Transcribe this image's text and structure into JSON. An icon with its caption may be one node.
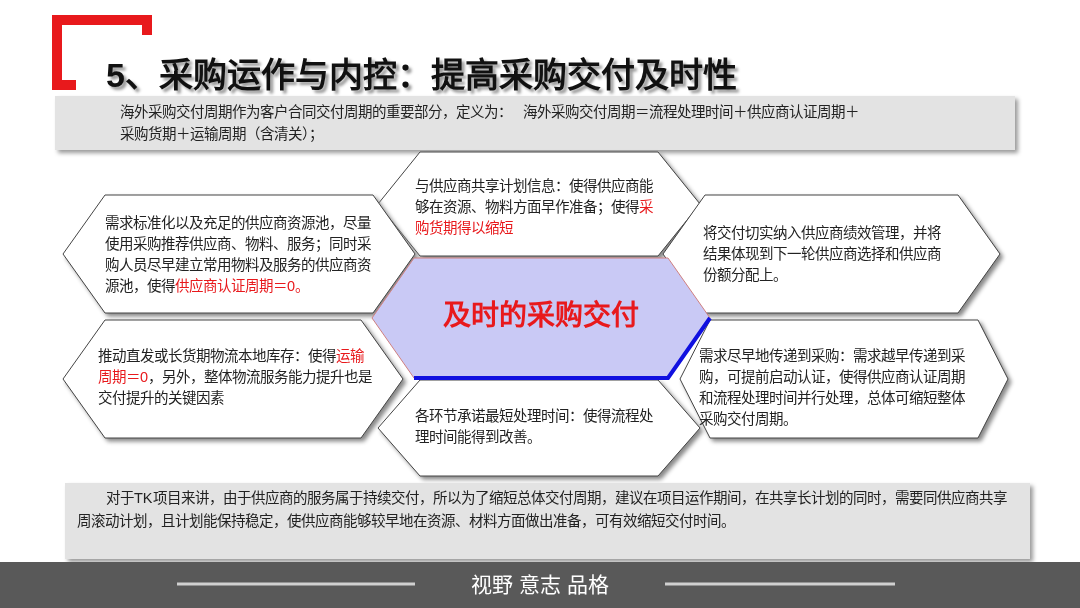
{
  "diagram": {
    "title": "5、采购运作与内控：提高采购交付及时性",
    "nodes": [
      {
        "text": [
          "海外采购交付周期作为客户合同交付周期的重要部分，定义为：　 海外采购交付周期＝流程处理时间＋供应商认证周期＋采购货期＋运输周期（含清关）；"
        ]
      },
      {
        "text": [
          "与供应商共享计划信息：使得供应商能够在资源、物料方面早作准备；使得**采购货期得以缩短**"
        ]
      },
      {
        "text": [
          "需求标准化以及充足的供应商资源池，尽量使用采购推荐供应商、物料、服务；同时采购人员尽早建立常用物料及服务的供应商资源池，使得**供应商认证周期＝0。**"
        ]
      },
      {
        "text": [
          "将交付切实纳入供应商绩效管理，并将结果体现到下一轮供应商选择和供应商份额分配上。"
        ]
      },
      {
        "text": [
          "及时的采购交付"
        ]
      },
      {
        "text": [
          "推动直发或长货期物流本地库存：使得**运输周期＝0**，另外，整体物流服务能力提升也是交付提升的关键因素"
        ]
      },
      {
        "text": [
          "需求尽早地传递到采购：需求越早传递到采购，可提前启动认证，使得供应商认证周期和流程处理时间并行处理，总体可缩短整体采购交付周期。"
        ]
      },
      {
        "text": [
          "各环节承诺最短处理时间：使得流程处理时间能得到改善。"
        ]
      },
      {
        "text": [
          "对于TK项目来讲，由于供应商的服务属于持续交付，所以为了缩短总体交付周期，建议在项目运作期间，在共享长计划的同时，需要同供应商共享周滚动计划，且计划能保持稳定，使供应商能够较早地在资源、材料方面做出准备，可有效缩短交付时间。"
        ]
      },
      {
        "text": [
          "视野 意志 品格"
        ]
      }
    ]
  }
}
